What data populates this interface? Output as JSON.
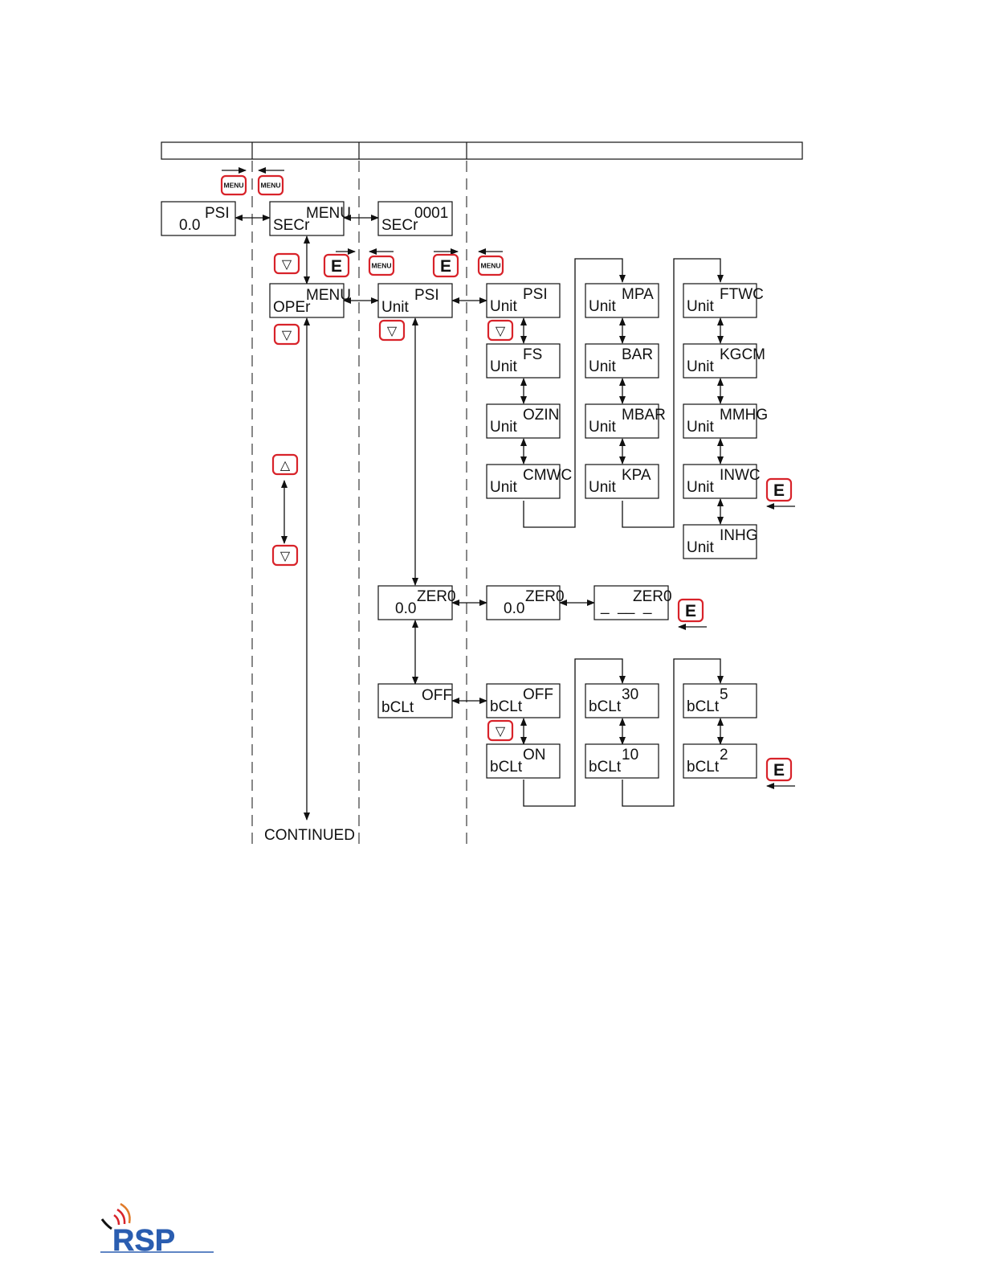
{
  "header_columns": [
    "",
    "",
    "",
    ""
  ],
  "keys": {
    "menu_label": "MENU",
    "enter_label": "E",
    "down_glyph": "▽",
    "up_glyph": "△",
    "accent_color": "#d8232a"
  },
  "displays": {
    "home": {
      "top": "PSI",
      "bottom": "0.0"
    },
    "sec_menu": {
      "top": "MENU",
      "bottom": "SECr"
    },
    "sec_code": {
      "top": "0001",
      "bottom": "SECr"
    },
    "oper_menu": {
      "top": "MENU",
      "bottom": "OPEr"
    },
    "unit_current": {
      "top": "PSI",
      "bottom": "Unit"
    },
    "unit_options": [
      {
        "top": "PSI",
        "bottom": "Unit"
      },
      {
        "top": "FS",
        "bottom": "Unit"
      },
      {
        "top": "OZIN",
        "bottom": "Unit"
      },
      {
        "top": "CMWC",
        "bottom": "Unit"
      },
      {
        "top": "MPA",
        "bottom": "Unit"
      },
      {
        "top": "BAR",
        "bottom": "Unit"
      },
      {
        "top": "MBAR",
        "bottom": "Unit"
      },
      {
        "top": "KPA",
        "bottom": "Unit"
      },
      {
        "top": "FTWC",
        "bottom": "Unit"
      },
      {
        "top": "KGCM",
        "bottom": "Unit"
      },
      {
        "top": "MMHG",
        "bottom": "Unit"
      },
      {
        "top": "INWC",
        "bottom": "Unit"
      },
      {
        "top": "INHG",
        "bottom": "Unit"
      }
    ],
    "zero_current": {
      "top": "ZER0",
      "bottom": "0.0"
    },
    "zero_edit": {
      "top": "ZER0",
      "bottom": "0.0"
    },
    "zero_blank": {
      "top": "ZER0",
      "bottom": "_  __  _"
    },
    "bclt_current": {
      "top": "OFF",
      "bottom": "bCLt"
    },
    "bclt_options": [
      {
        "top": "OFF",
        "bottom": "bCLt"
      },
      {
        "top": "ON",
        "bottom": "bCLt"
      },
      {
        "top": "30",
        "bottom": "bCLt"
      },
      {
        "top": "10",
        "bottom": "bCLt"
      },
      {
        "top": "5",
        "bottom": "bCLt"
      },
      {
        "top": "2",
        "bottom": "bCLt"
      }
    ]
  },
  "continued_label": "CONTINUED",
  "logo": {
    "text": "RSP",
    "color": "#2a5db0",
    "signal_color": "#d8232a"
  }
}
